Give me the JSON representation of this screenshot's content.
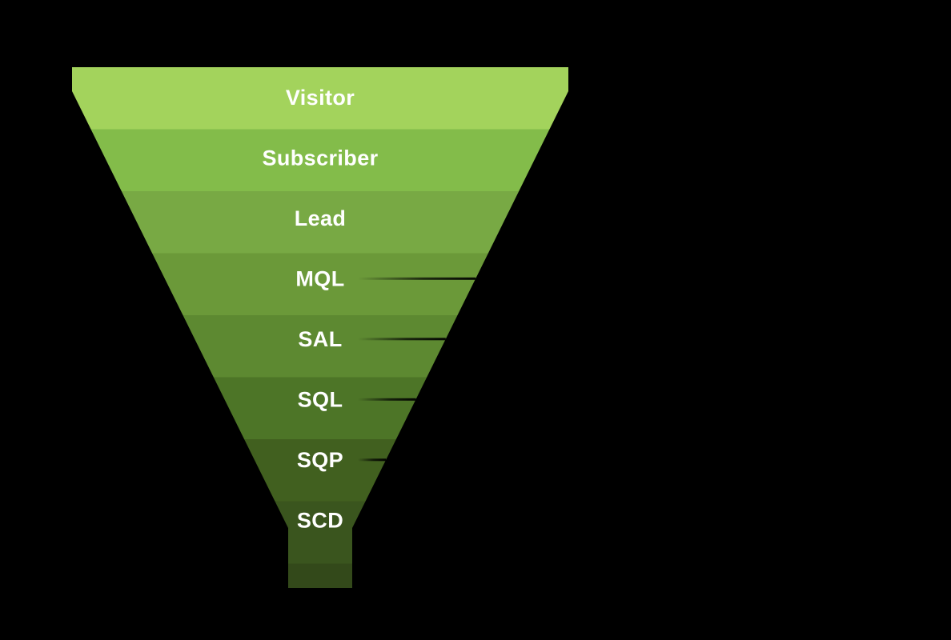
{
  "chart_data": {
    "type": "funnel",
    "shape": "inverted-pyramid-with-neck",
    "title": "",
    "legend_position": "none",
    "values_visible": false,
    "background_color": "#000000",
    "label_color": "#ffffff",
    "leader_line_color": "#000000",
    "neck_color": "#33491a",
    "stages": [
      {
        "label": "Visitor",
        "color": "#a3d35c",
        "leader_line": false
      },
      {
        "label": "Subscriber",
        "color": "#83bc4a",
        "leader_line": false
      },
      {
        "label": "Lead",
        "color": "#78a944",
        "leader_line": false
      },
      {
        "label": "MQL",
        "color": "#6b9939",
        "leader_line": true
      },
      {
        "label": "SAL",
        "color": "#5d8931",
        "leader_line": true
      },
      {
        "label": "SQL",
        "color": "#4d7527",
        "leader_line": true
      },
      {
        "label": "SQP",
        "color": "#41601f",
        "leader_line": true
      },
      {
        "label": "SCD",
        "color": "#3a551e",
        "leader_line": true
      }
    ]
  }
}
